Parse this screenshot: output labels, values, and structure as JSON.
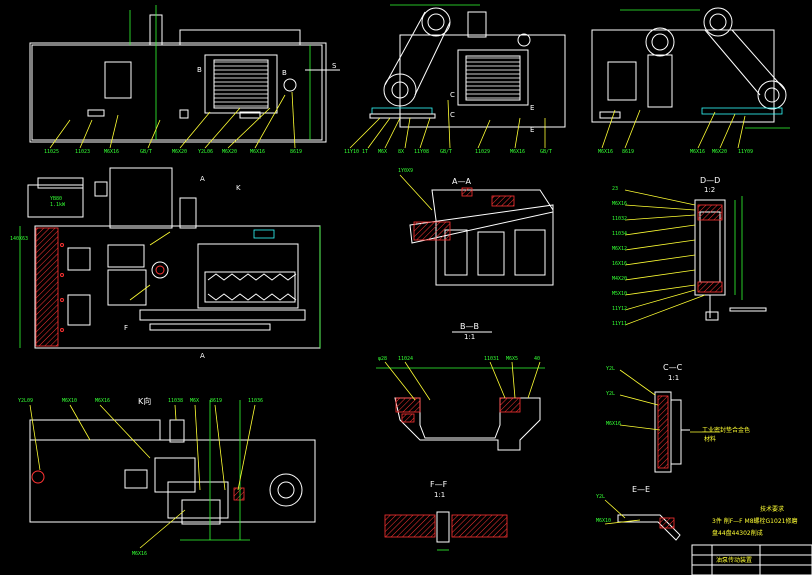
{
  "sections": {
    "a_a": "A—A",
    "d_d": "D—D",
    "d_d_scale": "1:2",
    "b_b": "B—B",
    "b_b_scale": "1:1",
    "c_c": "C—C",
    "c_c_scale": "1:1",
    "f_f": "F—F",
    "f_f_scale": "1:1",
    "e_e": "E—E",
    "k_view": "K向"
  },
  "markers": {
    "a": "A",
    "k": "K",
    "s": "S",
    "b": "B",
    "c": "C",
    "e": "E",
    "f": "F"
  },
  "notes": {
    "heading": "技术要求",
    "line1": "3件  削F—F  M8螺栓G1021修磨",
    "line2": "盘44盘44302削成"
  },
  "callout_c": "工业密封垫合金色",
  "callout_c2": "材料",
  "title_block": {
    "name": "油泵传动装置",
    "rows": [
      "",
      "",
      ""
    ]
  },
  "colors": {
    "outline": "#ffffff",
    "dimension": "#33ff33",
    "leader": "#ffff33",
    "hatch": "#ff3333",
    "accent": "#33ffff",
    "background": "#000000"
  }
}
